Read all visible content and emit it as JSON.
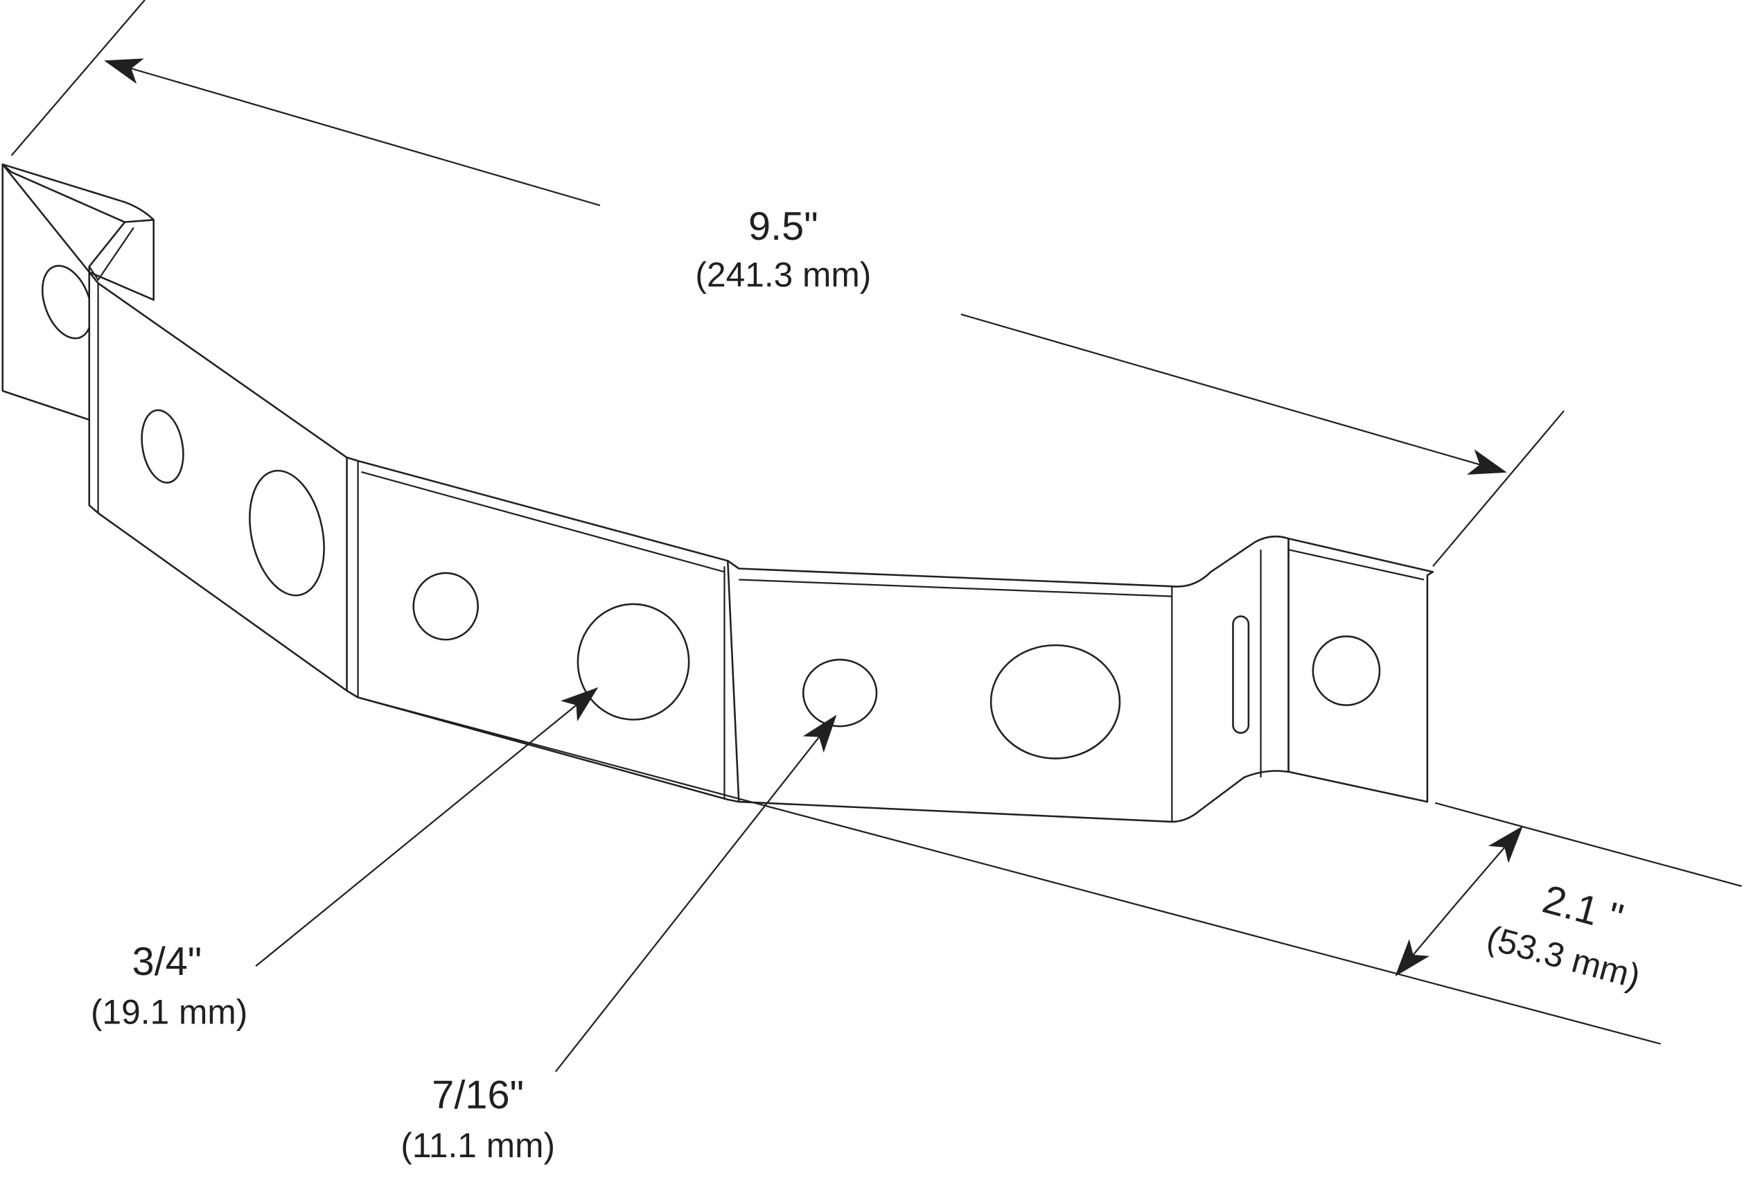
{
  "dimensions": {
    "length": {
      "imperial": "9.5\"",
      "metric": "(241.3 mm)"
    },
    "large_hole": {
      "imperial": "3/4\"",
      "metric": "(19.1 mm)"
    },
    "small_hole": {
      "imperial": "7/16\"",
      "metric": "(11.1 mm)"
    },
    "height": {
      "imperial": "2.1 \"",
      "metric": "(53.3 mm)"
    }
  },
  "colors": {
    "line": "#231f20",
    "background": "#ffffff"
  }
}
